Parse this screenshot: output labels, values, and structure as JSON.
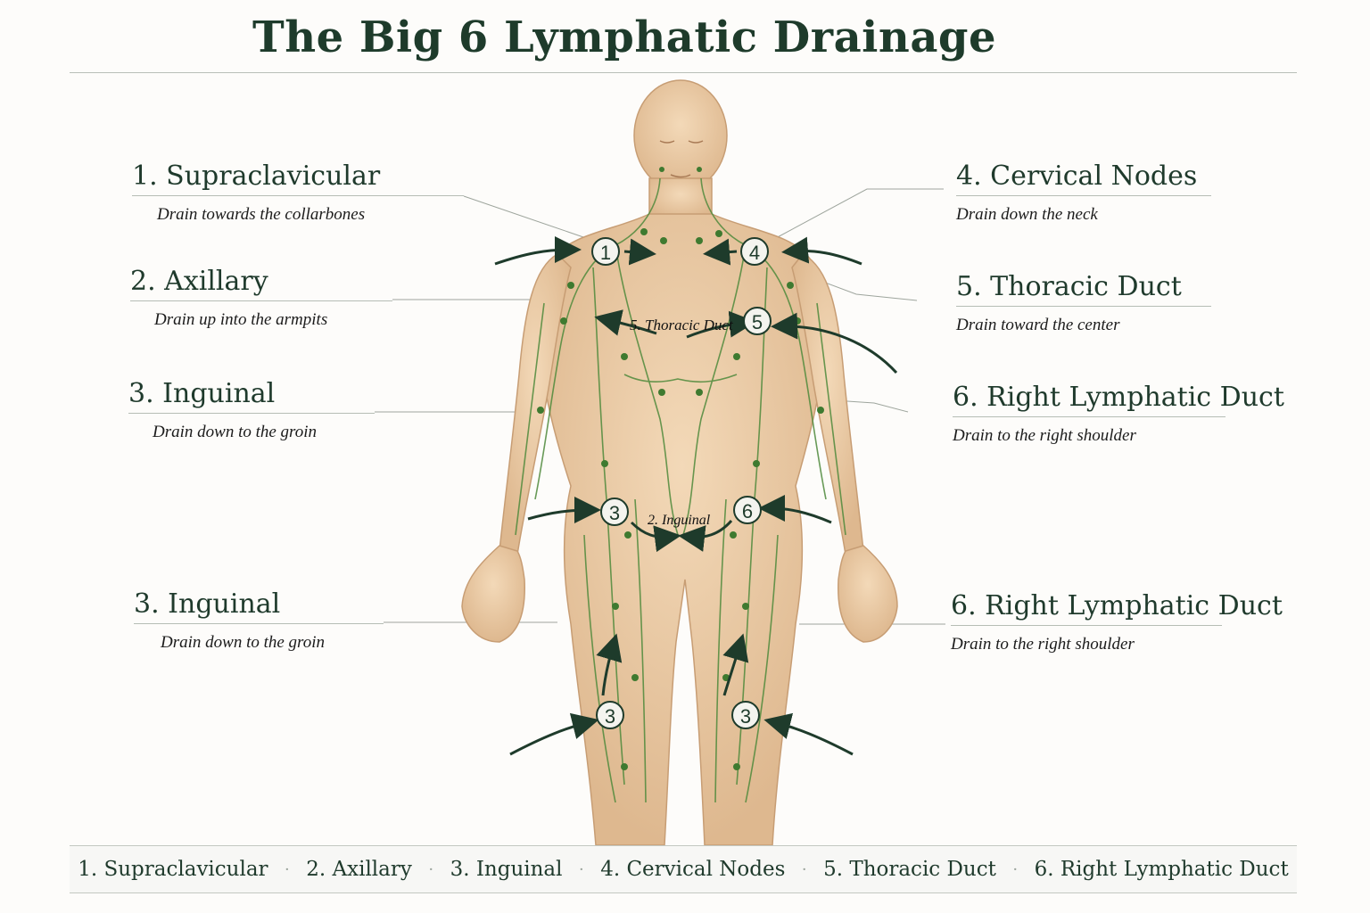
{
  "title": "The Big 6 Lymphatic Drainage",
  "left_labels": [
    {
      "name": "1. Supraclavicular",
      "desc": "Drain towards the collarbones"
    },
    {
      "name": "2. Axillary",
      "desc": "Drain up into the armpits"
    },
    {
      "name": "3. Inguinal",
      "desc": "Drain down to the groin"
    },
    {
      "name": "3. Inguinal",
      "desc": "Drain down to the groin"
    }
  ],
  "right_labels": [
    {
      "name": "4. Cervical Nodes",
      "desc": "Drain down the neck"
    },
    {
      "name": "5. Thoracic Duct",
      "desc": "Drain toward the center"
    },
    {
      "name": "6. Right Lymphatic Duct",
      "desc": "Drain to the right shoulder"
    },
    {
      "name": "6. Right Lymphatic Duct",
      "desc": "Drain to the right shoulder"
    }
  ],
  "markers": [
    "1",
    "4",
    "5",
    "3",
    "6",
    "3",
    "3"
  ],
  "inline_labels": {
    "thoracic": "5. Thoracic Duct",
    "inguinal": "2. Inguinal"
  },
  "footer": [
    "1. Supraclavicular",
    "2. Axillary",
    "3. Inguinal",
    "4. Cervical Nodes",
    "5. Thoracic Duct",
    "6. Right Lymphatic Duct"
  ],
  "colors": {
    "skin": "#e9c9a4",
    "lymph": "#4f8a3c",
    "accent": "#1e3b2b"
  }
}
